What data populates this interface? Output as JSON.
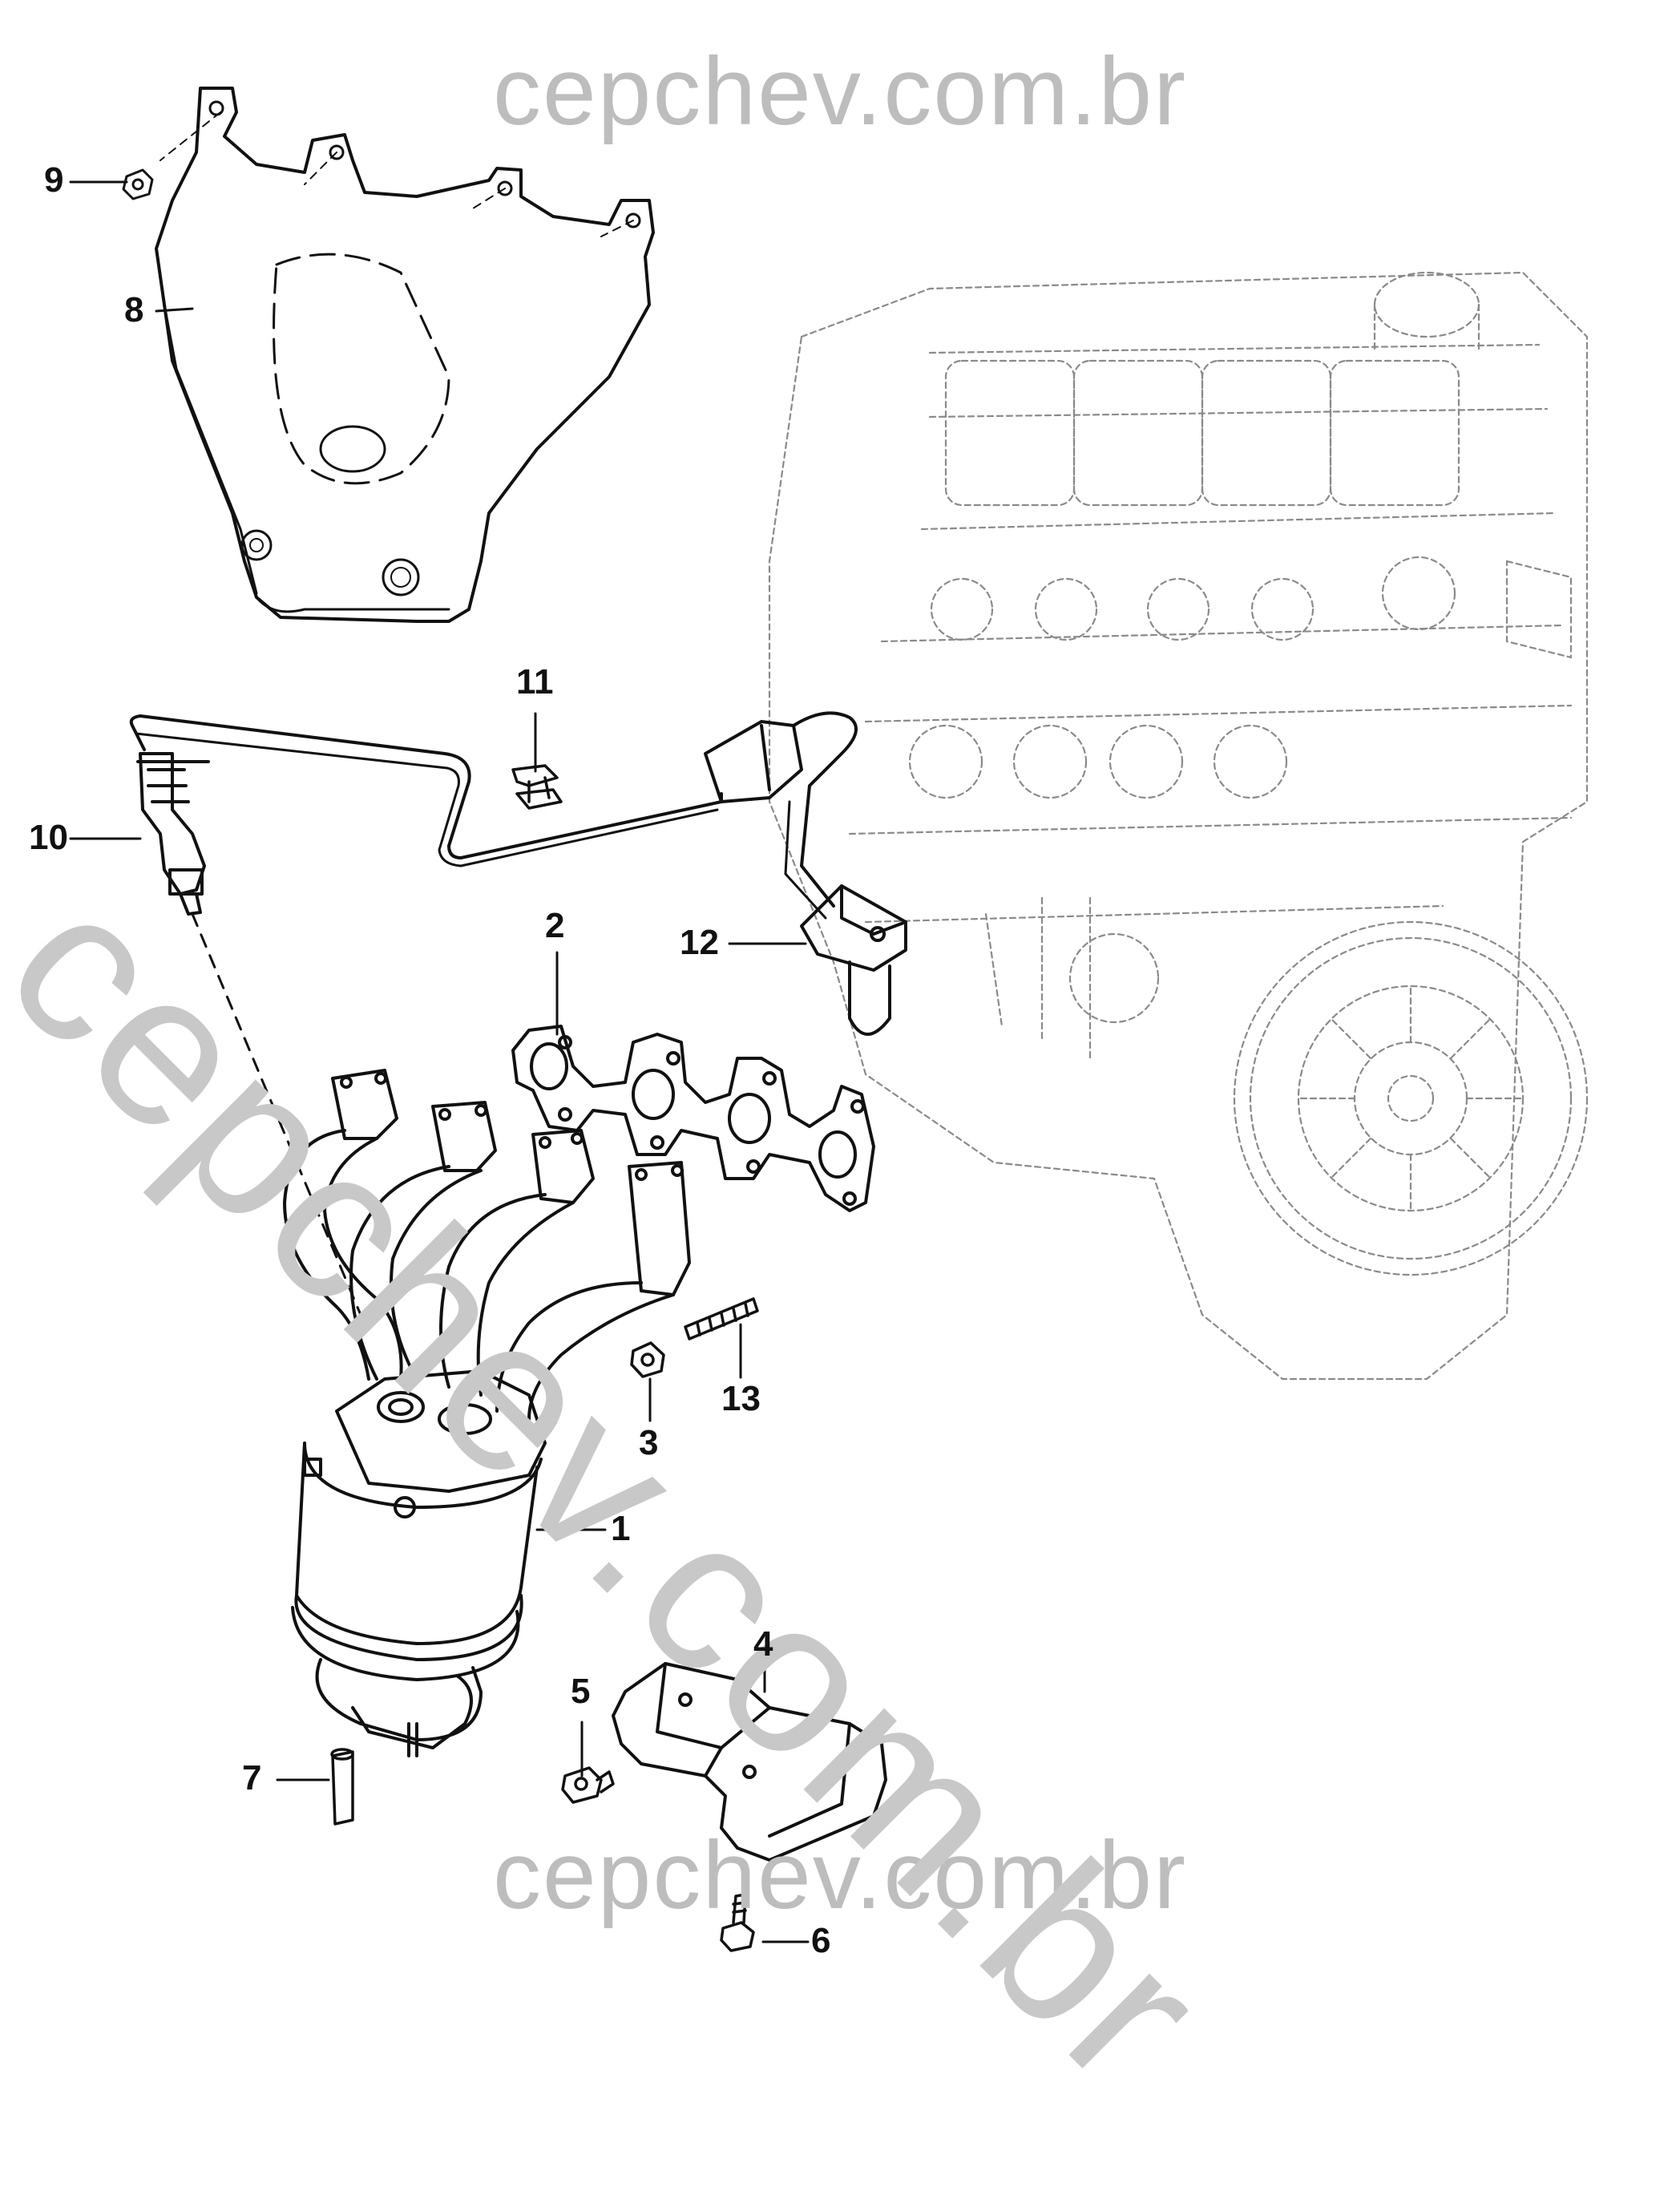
{
  "watermark": {
    "top": "cepchev.com.br",
    "bottom": "cepchev.com.br",
    "diagonal": "cepchev.com.br"
  },
  "callouts": {
    "c1": "1",
    "c2": "2",
    "c3": "3",
    "c4": "4",
    "c5": "5",
    "c6": "6",
    "c7": "7",
    "c8": "8",
    "c9": "9",
    "c10": "10",
    "c11": "11",
    "c12": "12",
    "c13": "13"
  }
}
